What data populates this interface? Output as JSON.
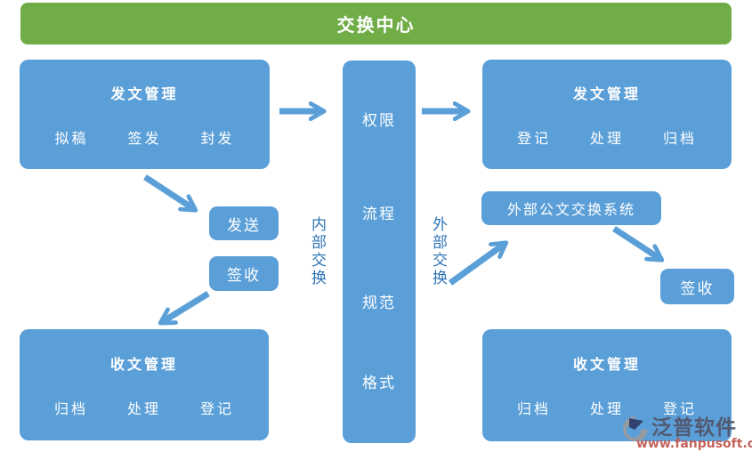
{
  "banner": {
    "title": "交换中心"
  },
  "colors": {
    "banner_green": "#70AD47",
    "box_blue": "#5B9FD8",
    "arrow_blue": "#5B9FD8",
    "side_label_blue": "#2E75B6",
    "watermark_name_gray": "#54546A",
    "watermark_url_red": "#C0564F"
  },
  "boxes": {
    "outgoing_left": {
      "title": "发文管理",
      "items": [
        "拟稿",
        "签发",
        "封发"
      ]
    },
    "outgoing_right": {
      "title": "发文管理",
      "items": [
        "登记",
        "处理",
        "归档"
      ]
    },
    "incoming_left": {
      "title": "收文管理",
      "items": [
        "归档",
        "处理",
        "登记"
      ]
    },
    "incoming_right": {
      "title": "收文管理",
      "items": [
        "归档",
        "处理",
        "登记"
      ]
    },
    "center_pillar": {
      "items": [
        "权限",
        "流程",
        "规范",
        "格式"
      ]
    },
    "send_label": "发送",
    "sign_left_label": "签收",
    "external_system_label": "外部公文交换系统",
    "sign_right_label": "签收"
  },
  "side_labels": {
    "internal": "内部交换",
    "external": "外部交换"
  },
  "watermark": {
    "name": "泛普软件",
    "url": "www.fanpusoft.com"
  }
}
